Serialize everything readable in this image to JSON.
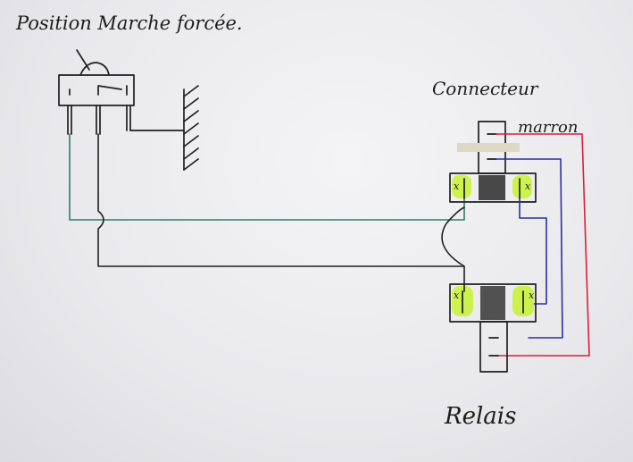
{
  "labels": {
    "switch_title": "Position Marche forcée.",
    "connector_title": "Connecteur",
    "brown_wire": "marron",
    "relay_title": "Relais"
  },
  "colors": {
    "paper": "#f1f1f3",
    "ink": "#1f1f1f",
    "wire_green": "#2f7d66",
    "wire_black": "#202020",
    "wire_blue": "#2a2f9e",
    "wire_red": "#d81f3c",
    "highlight": "#c9f23c"
  },
  "pin_marks": {
    "connector_left": "x",
    "connector_right": "x",
    "relay_left": "x",
    "relay_right": "x"
  }
}
